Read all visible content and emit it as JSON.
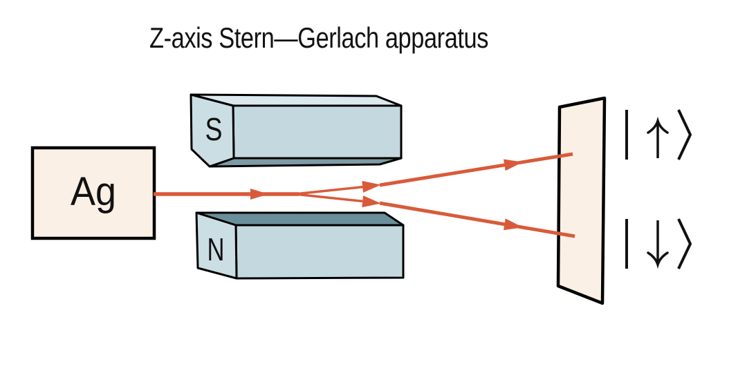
{
  "title": "Z-axis Stern—Gerlach apparatus",
  "source_box": {
    "label": "Ag"
  },
  "magnet_top": {
    "pole_label": "S"
  },
  "magnet_bottom": {
    "pole_label": "N"
  },
  "detector": {
    "spin_up_label": "|↑⟩",
    "spin_down_label": "|↓⟩"
  },
  "colors": {
    "beam": "#D95A3A",
    "panel_fill": "#FAF0E5",
    "magnet_face": "#C4D8DF",
    "magnet_face_left": "#CBDEE4",
    "magnet_face_light": "#DBE9EF",
    "magnet_face_dark": "#6A8F9A",
    "magnet_underside": "#7E9AA4",
    "outline": "#000000"
  }
}
